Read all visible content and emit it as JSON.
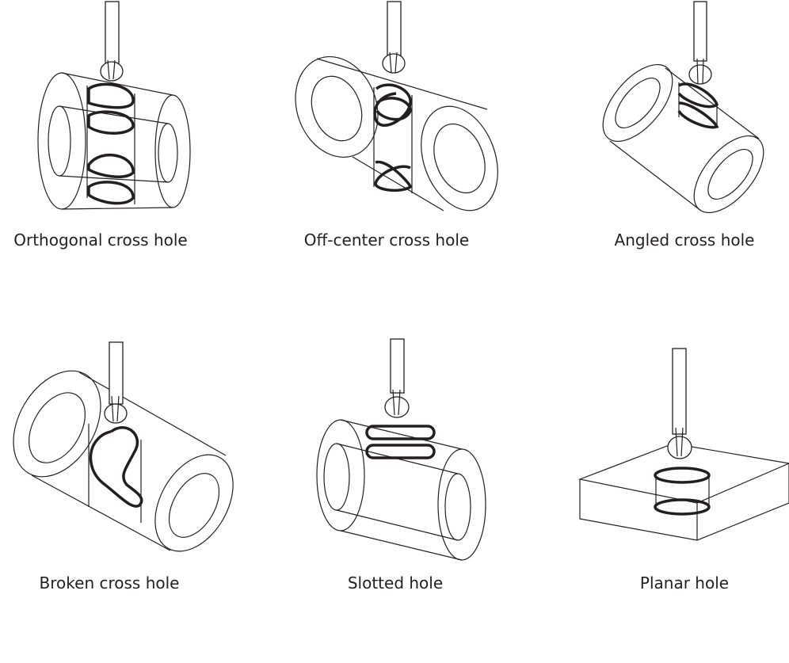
{
  "diagrams": [
    {
      "label": "Orthogonal cross hole"
    },
    {
      "label": "Off-center cross hole"
    },
    {
      "label": "Angled cross hole"
    },
    {
      "label": "Broken cross hole"
    },
    {
      "label": "Slotted hole"
    },
    {
      "label": "Planar hole"
    }
  ],
  "colors": {
    "line": "#231f20",
    "background": "#ffffff"
  }
}
